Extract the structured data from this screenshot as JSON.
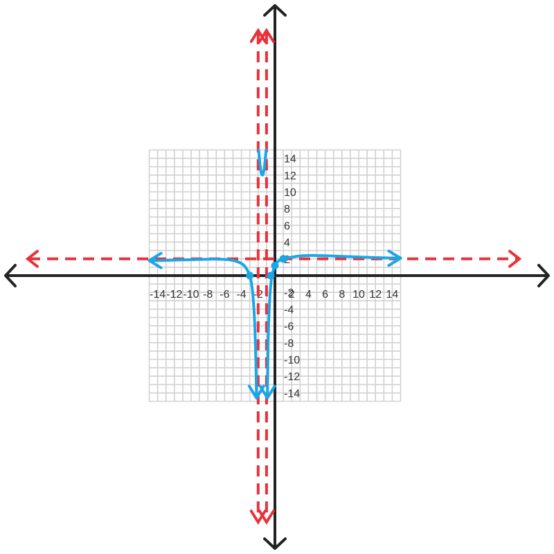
{
  "chart_data": {
    "type": "line",
    "title": "",
    "xlabel": "",
    "ylabel": "",
    "xlim": [
      -15,
      15
    ],
    "ylim": [
      -15,
      15
    ],
    "grid": true,
    "x_ticks": [
      -14,
      -12,
      -10,
      -8,
      -6,
      -4,
      -2,
      2,
      4,
      6,
      8,
      10,
      12,
      14
    ],
    "x_tick_labels": [
      "-14",
      "-12",
      "-10",
      "-8",
      "-6",
      "-4",
      "-2",
      "2",
      "4",
      "6",
      "8",
      "10",
      "12",
      "14"
    ],
    "y_ticks": [
      14,
      12,
      10,
      8,
      6,
      4,
      2,
      -2,
      -4,
      -6,
      -8,
      -10,
      -12,
      -14
    ],
    "y_tick_labels": [
      "14",
      "12",
      "10",
      "8",
      "6",
      "4",
      "2",
      "-2",
      "-4",
      "-6",
      "-8",
      "-10",
      "-12",
      "-14"
    ],
    "asymptotes": {
      "horizontal": [
        2
      ],
      "vertical": [
        -2,
        -1
      ]
    },
    "series": [
      {
        "branch": "left",
        "x": [
          -15,
          -14,
          -12,
          -10,
          -8,
          -7,
          -6,
          -5,
          -4,
          -3.5,
          -3,
          -2.7,
          -2.5,
          -2.35,
          -2.25,
          -2.2
        ],
        "y": [
          1.8,
          1.8,
          1.85,
          1.9,
          1.95,
          1.97,
          1.93,
          1.82,
          1.45,
          0.98,
          0,
          -1.6,
          -4.1,
          -7.5,
          -11.5,
          -14.6
        ]
      },
      {
        "branch": "middle",
        "x": [
          -1.95,
          -1.85,
          -1.75,
          -1.62,
          -1.5,
          -1.38,
          -1.25,
          -1.15,
          -1.05
        ],
        "y": [
          15,
          14,
          13,
          12.2,
          12.0,
          12.2,
          13,
          14,
          15
        ]
      },
      {
        "branch": "right",
        "x": [
          -0.9,
          -0.85,
          -0.8,
          -0.7,
          -0.6,
          -0.5,
          -0.35,
          0,
          0.5,
          1,
          2,
          3,
          4,
          5,
          6,
          8,
          10,
          12,
          14,
          15
        ],
        "y": [
          -14.6,
          -11,
          -7.5,
          -4.5,
          -2.5,
          -1.2,
          0,
          1.2,
          1.8,
          2.0,
          2.2,
          2.35,
          2.4,
          2.4,
          2.37,
          2.3,
          2.22,
          2.15,
          2.1,
          2.08
        ]
      }
    ],
    "points": [
      {
        "x": -3,
        "y": 0
      },
      {
        "x": -0.5,
        "y": 0
      },
      {
        "x": 0,
        "y": 1.2
      },
      {
        "x": 1,
        "y": 2
      }
    ],
    "colors": {
      "curve": "#1aa6e8",
      "asymptote": "#e8313a",
      "axis": "#222222",
      "grid": "#d0d0d0"
    }
  }
}
